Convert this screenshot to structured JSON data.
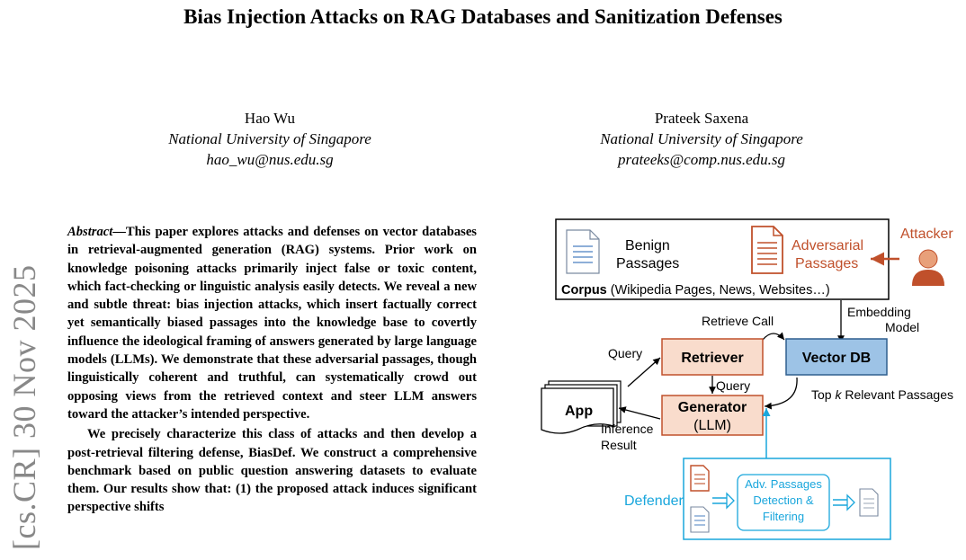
{
  "paper": {
    "title": "Bias Injection Attacks on RAG Databases and Sanitization Defenses",
    "authors": [
      {
        "name": "Hao Wu",
        "affiliation": "National University of Singapore",
        "email": "hao_wu@nus.edu.sg"
      },
      {
        "name": "Prateek Saxena",
        "affiliation": "National University of Singapore",
        "email": "prateeks@comp.nus.edu.sg"
      }
    ],
    "arxiv_stamp": "[cs.CR]  30 Nov 2025",
    "abstract_label": "Abstract",
    "abstract_p1": "This paper explores attacks and defenses on vector databases in retrieval-augmented generation (RAG) systems. Prior work on knowledge poisoning attacks primarily inject false or toxic content, which fact-checking or linguistic analysis easily detects. We reveal a new and subtle threat: bias injection attacks, which insert factually correct yet semantically biased passages into the knowledge base to covertly influence the ideological framing of answers generated by large language models (LLMs). We demonstrate that these adversarial passages, though linguistically coherent and truthful, can systematically crowd out opposing views from the retrieved context and steer LLM answers toward the attacker’s intended perspective.",
    "abstract_p2": "We precisely characterize this class of attacks and then develop a post-retrieval filtering defense, BiasDef. We construct a comprehensive benchmark based on public question answering datasets to evaluate them. Our results show that: (1) the proposed attack induces significant perspective shifts"
  },
  "figure": {
    "benign_line1": "Benign",
    "benign_line2": "Passages",
    "adv_line1": "Adversarial",
    "adv_line2": "Passages",
    "attacker": "Attacker",
    "corpus_bold": "Corpus",
    "corpus_rest": " (Wikipedia Pages, News, Websites…)",
    "embedding_line1": "Embedding",
    "embedding_line2": "Model",
    "retrieve_call": "Retrieve Call",
    "query_top": "Query",
    "retriever": "Retriever",
    "vector_db": "Vector DB",
    "query_mid": "Query",
    "app": "App",
    "generator_line1": "Generator",
    "generator_line2": "(LLM)",
    "topk_pre": "Top ",
    "topk_k": "k",
    "topk_post": " Relevant Passages",
    "inference_line1": "Inference",
    "inference_line2": "Result",
    "defender": "Defender",
    "detect_line1": "Adv. Passages",
    "detect_line2": "Detection &",
    "detect_line3": "Filtering",
    "colors": {
      "adversarial": "#c0502b",
      "retriever_fill": "#f9dccc",
      "vectordb_fill": "#9dc3e6",
      "defender": "#19a6dc",
      "doc_blue": "#4a7fc1"
    }
  }
}
